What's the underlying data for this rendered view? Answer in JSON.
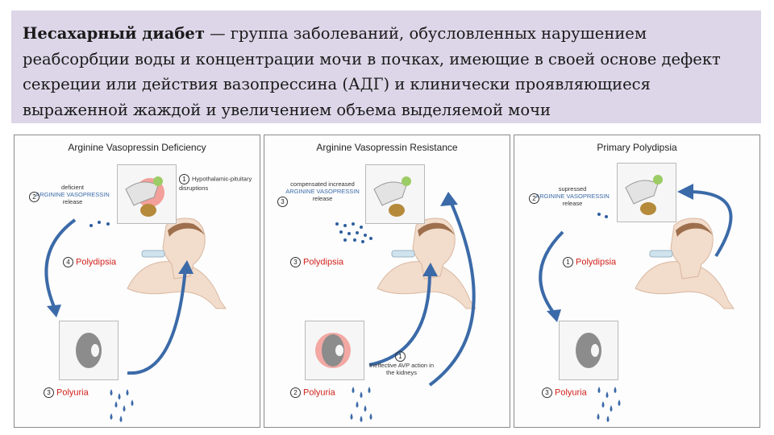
{
  "definition": {
    "term": "Несахарный диабет",
    "text": " — группа заболеваний, обусловленных нарушением реабсорбции воды и концентрации мочи в почках, имеющие в своей основе дефект секреции или действия вазопрессина (АДГ) и клинически проявляющиеся выраженной жаждой и увеличением объема выделяемой мочи"
  },
  "panels": [
    {
      "title": "Arginine Vasopressin Deficiency",
      "hypo_num": "1",
      "hypo_label": "Hypothalamic-pituitary disruptions",
      "release_num": "2",
      "release_pre": "deficient",
      "release_hormone": "ARGININE VASOPRESSIN",
      "release_post": "release",
      "polydipsia_num": "4",
      "polydipsia": "Polydipsia",
      "polyuria_num": "3",
      "polyuria": "Polyuria"
    },
    {
      "title": "Arginine Vasopressin Resistance",
      "release_num": "3",
      "release_pre": "compensated increased",
      "release_hormone": "ARGININE VASOPRESSIN",
      "release_post": "release",
      "polydipsia_num": "3",
      "polydipsia": "Polydipsia",
      "polyuria_num": "2",
      "polyuria": "Polyuria",
      "kidney_num": "1",
      "kidney_label": "Ineffective AVP action in the kidneys"
    },
    {
      "title": "Primary Polydipsia",
      "release_num": "2",
      "release_pre": "supressed",
      "release_hormone": "ARGININE VASOPRESSIN",
      "release_post": "release",
      "polydipsia_num": "1",
      "polydipsia": "Polydipsia",
      "polyuria_num": "3",
      "polyuria": "Polyuria"
    }
  ],
  "colors": {
    "box_bg": "#dcd6e8",
    "arrow": "#3b6aa8",
    "accent_red": "#d1221b",
    "hormone_blue": "#3b6aa8"
  }
}
